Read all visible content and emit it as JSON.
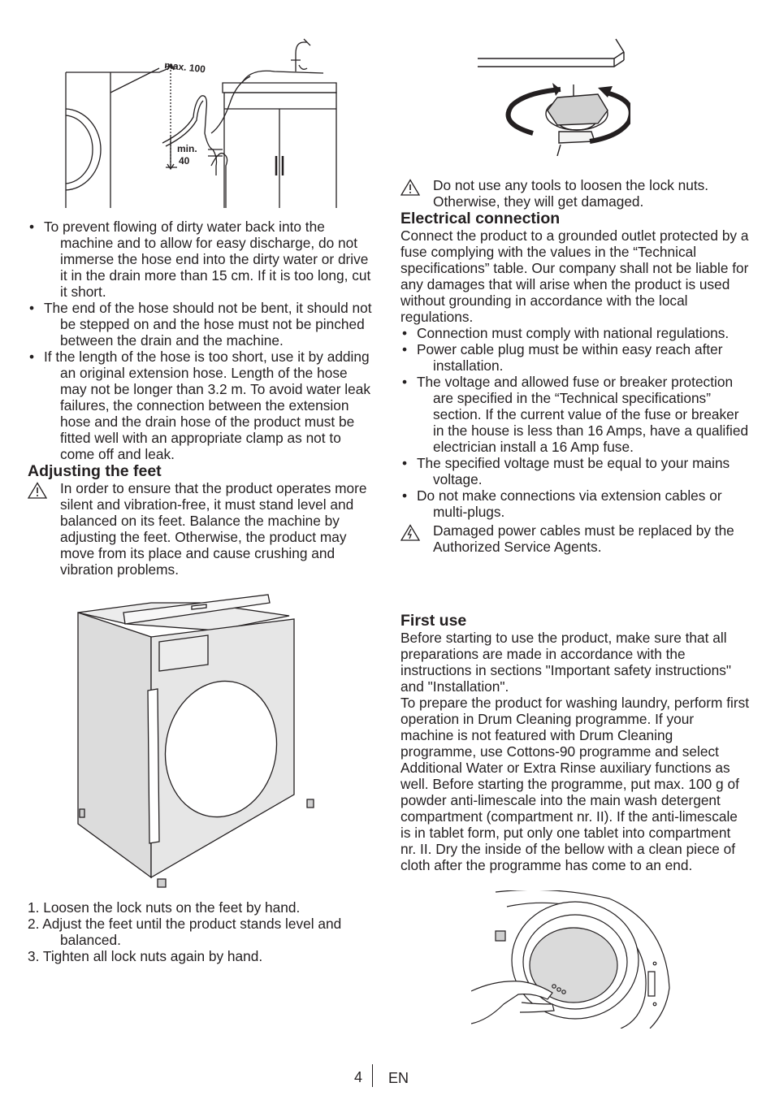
{
  "fig_hose": {
    "label_max": "max. 100",
    "label_min_a": "min.",
    "label_min_b": "40"
  },
  "left": {
    "hose_bullets": [
      "To prevent flowing of dirty water back into the machine and to allow for easy discharge, do not immerse the hose end into the dirty water or drive it in the drain more than 15 cm. If it is too long, cut it short.",
      "The end of the hose should not be bent, it should not be stepped on and the hose must not be pinched between the drain and the machine.",
      "If the length of the hose is too short, use it by adding an original extension hose. Length of the hose may not be longer than 3.2 m. To avoid water leak failures, the connection between the extension hose and the drain hose of the product must be fitted well with an appropriate clamp as not to come off and leak."
    ],
    "feet_heading": "Adjusting the feet",
    "feet_warning": "In order to ensure that the product operates more silent and vibration-free, it must stand level and balanced on its feet.  Balance the machine by adjusting the feet. Otherwise, the product may move from its place and cause crushing and vibration problems.",
    "steps": [
      "1. Loosen the lock nuts on the feet by hand.",
      "2. Adjust the feet until the product stands level and balanced.",
      "3. Tighten all lock nuts again by hand."
    ]
  },
  "right": {
    "tools_warning": "Do not use any tools to loosen the lock nuts. Otherwise, they will get damaged.",
    "elec_heading": "Electrical connection",
    "elec_text": "Connect the product to a grounded outlet protected by a fuse complying with the values in the “Technical specifications” table. Our company shall not be liable for any damages that will arise when the product is used without grounding in accordance with the local regulations.",
    "elec_bullets": [
      "Connection must comply with national regulations.",
      "Power cable plug must be within easy reach after installation.",
      "The voltage and allowed fuse or breaker protection are specified in the “Technical specifications” section. If the current value of the fuse or breaker in the house is less than 16 Amps, have a qualified electrician install a 16 Amp fuse.",
      "The specified voltage must be equal to your mains voltage.",
      "Do not make connections via extension cables or multi-plugs."
    ],
    "cable_warning": "Damaged power cables must be replaced by the Authorized Service Agents.",
    "first_heading": "First use",
    "first_text_1": "Before starting to use the product, make sure that all preparations are made in accordance with the instructions in sections \"Important safety instructions\" and \"Installation\".",
    "first_text_2": "To prepare the product for washing laundry, perform first operation in Drum Cleaning programme. If your machine is not featured with Drum Cleaning programme, use Cottons-90 programme and select Additional Water or Extra Rinse auxiliary functions as well. Before starting the programme, put max. 100 g of powder anti-limescale into the main wash detergent compartment (compartment nr. II). If the anti-limescale is in tablet form, put only one tablet into compartment nr. II. Dry the inside of the bellow with a clean piece of cloth after the programme has come to an end."
  },
  "footer": {
    "page_number": "4",
    "language": "EN"
  }
}
